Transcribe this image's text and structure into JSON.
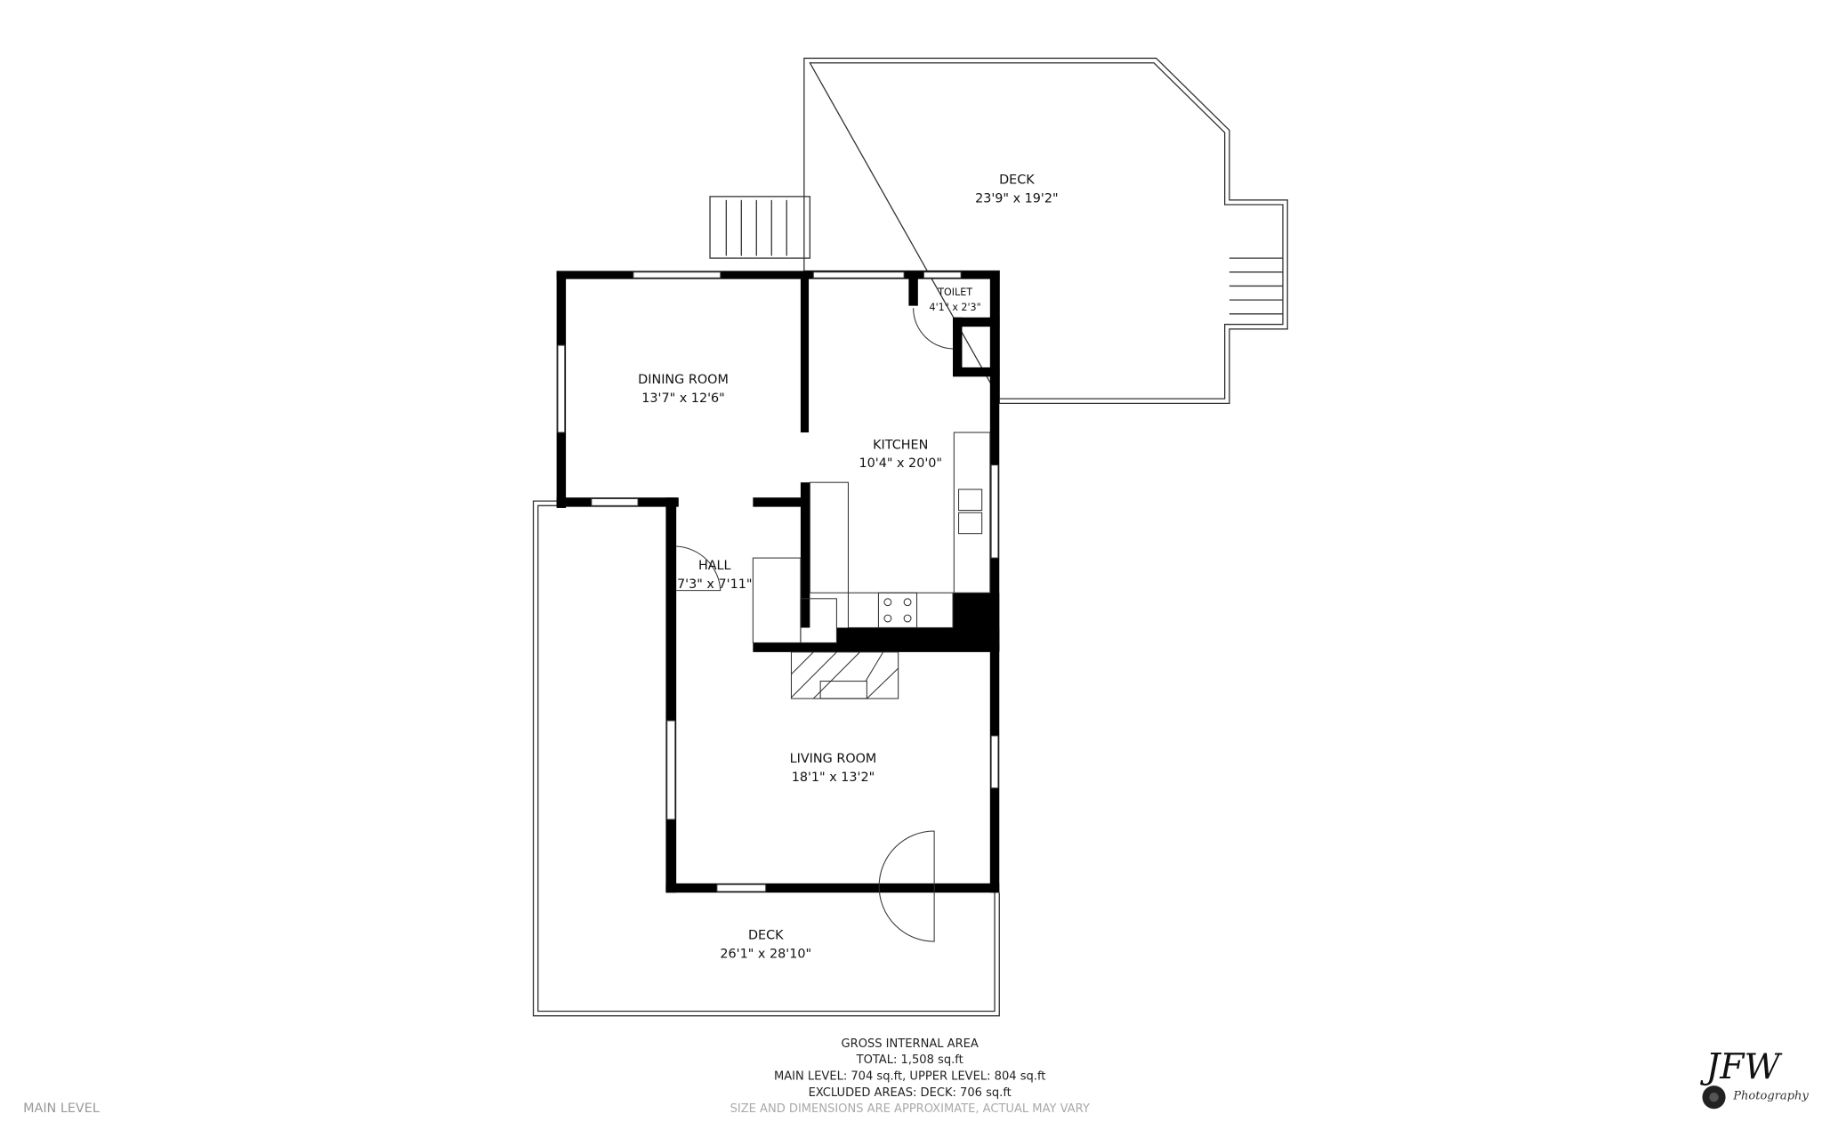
{
  "plan": {
    "rooms": [
      {
        "id": "deck-upper",
        "name": "DECK",
        "dims": "23'9\" x 19'2\""
      },
      {
        "id": "dining-room",
        "name": "DINING ROOM",
        "dims": "13'7\" x 12'6\""
      },
      {
        "id": "kitchen",
        "name": "KITCHEN",
        "dims": "10'4\" x 20'0\""
      },
      {
        "id": "toilet",
        "name": "TOILET",
        "dims": "4'1\" x 2'3\""
      },
      {
        "id": "hall",
        "name": "HALL",
        "dims": "7'3\" x 7'11\""
      },
      {
        "id": "living-room",
        "name": "LIVING ROOM",
        "dims": "18'1\" x 13'2\""
      },
      {
        "id": "deck-lower",
        "name": "DECK",
        "dims": "26'1\" x 28'10\""
      }
    ],
    "level_label": "MAIN LEVEL"
  },
  "summary": {
    "heading": "GROSS INTERNAL AREA",
    "total": "TOTAL: 1,508 sq.ft",
    "levels": "MAIN LEVEL: 704 sq.ft, UPPER LEVEL: 804 sq.ft",
    "excluded": "EXCLUDED AREAS: DECK: 706 sq.ft",
    "disclaimer": "SIZE AND DIMENSIONS ARE APPROXIMATE, ACTUAL MAY VARY"
  },
  "logo": {
    "text": "JFW",
    "subtext": "Photography"
  },
  "colors": {
    "wall": "#000000",
    "line": "#333333",
    "note": "#aaaaaa"
  }
}
